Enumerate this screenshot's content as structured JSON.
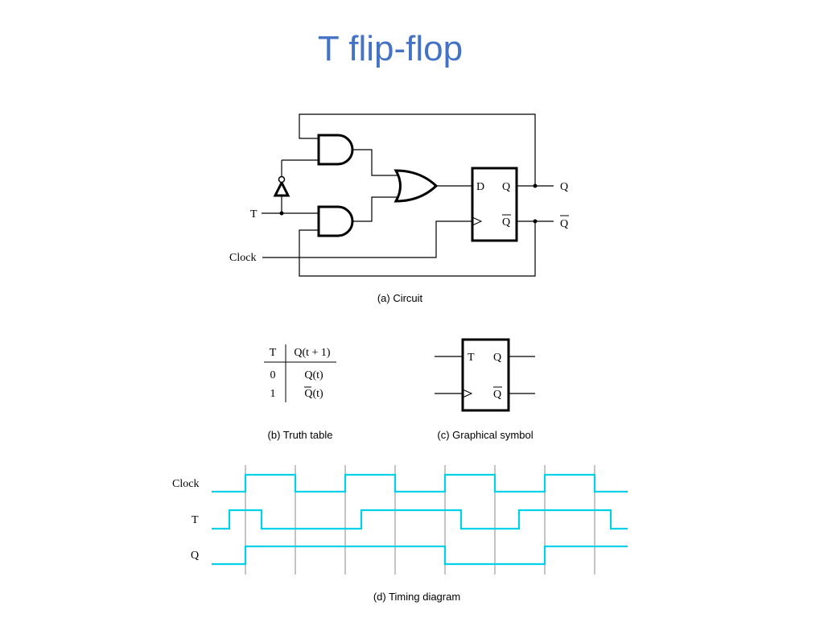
{
  "title": "T flip-flop",
  "circuit": {
    "input_t": "T",
    "input_clock": "Clock",
    "ff_d": "D",
    "ff_q": "Q",
    "ff_qbar": "Q",
    "out_q": "Q",
    "out_qbar": "Q",
    "caption": "(a) Circuit"
  },
  "truth_table": {
    "headers": [
      "T",
      "Q(t + 1)"
    ],
    "rows": [
      [
        "0",
        "Q(t)"
      ],
      [
        "1",
        "Q(t)"
      ]
    ],
    "caption": "(b) Truth table"
  },
  "symbol": {
    "in_t": "T",
    "out_q": "Q",
    "out_qbar": "Q",
    "caption": "(c) Graphical symbol"
  },
  "timing": {
    "signals": [
      "Clock",
      "T",
      "Q"
    ],
    "caption": "(d) Timing diagram",
    "signal_color": "#00d0e8"
  }
}
